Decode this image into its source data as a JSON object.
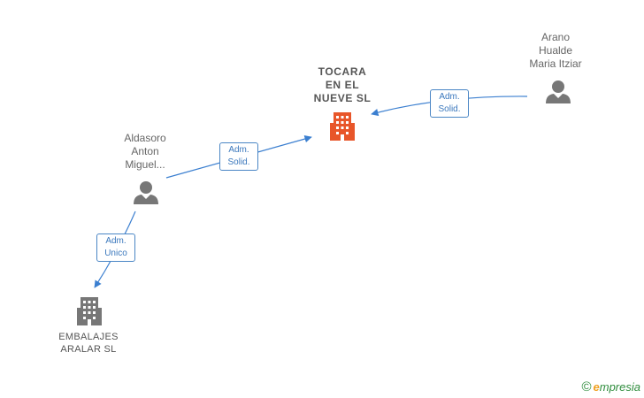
{
  "nodes": {
    "main_company": {
      "name": "TOCARA\nEN EL\nNUEVE  SL",
      "color": "#e8562a"
    },
    "person_arano": {
      "name": "Arano\nHualde\nMaria Itziar",
      "color": "#777777"
    },
    "person_aldasoro": {
      "name": "Aldasoro\nAnton\nMiguel...",
      "color": "#777777"
    },
    "company_embalajes": {
      "name": "EMBALAJES\nARALAR  SL",
      "color": "#777777"
    }
  },
  "edges": [
    {
      "from": "person_aldasoro",
      "to": "main_company",
      "line1": "Adm.",
      "line2": "Solid."
    },
    {
      "from": "person_arano",
      "to": "main_company",
      "line1": "Adm.",
      "line2": "Solid."
    },
    {
      "from": "person_aldasoro",
      "to": "company_embalajes",
      "line1": "Adm.",
      "line2": "Unico"
    }
  ],
  "edge_color": "#3b7fd0",
  "brand": {
    "copyright": "©",
    "initial": "e",
    "rest": "mpresia"
  }
}
